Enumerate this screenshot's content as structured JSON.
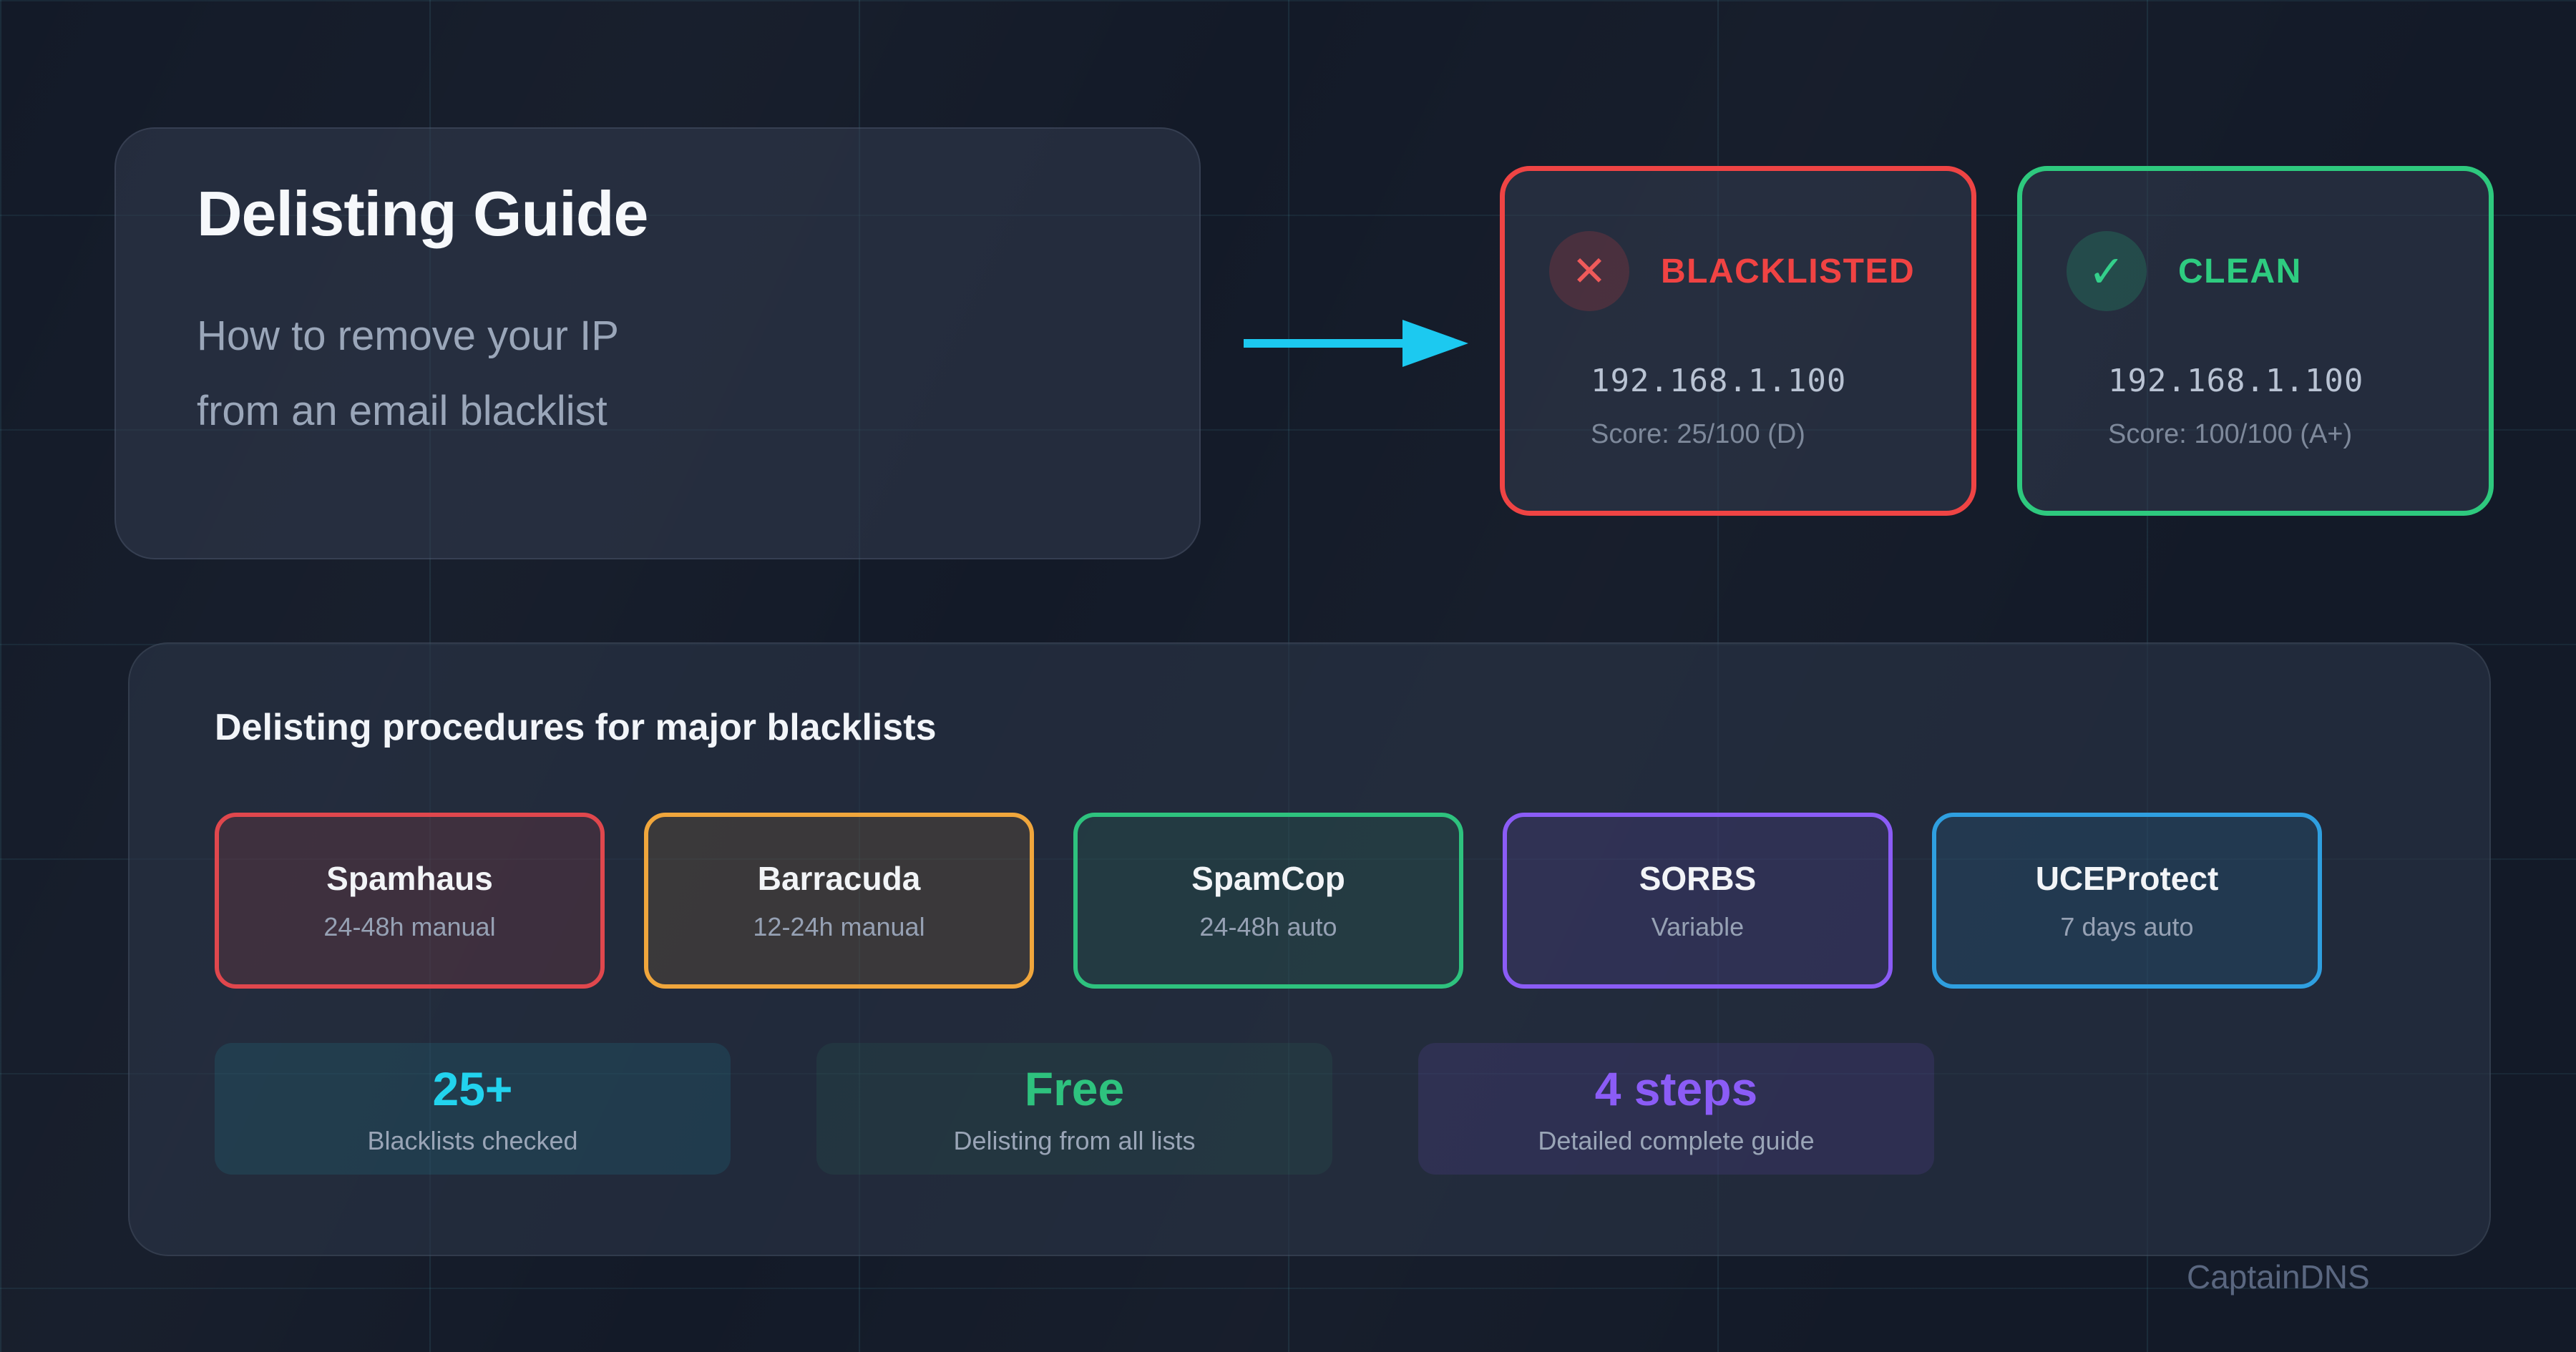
{
  "page": {
    "brand": "CaptainDNS",
    "background_color": "#131a28",
    "grid_line_color": "#6ee7f9"
  },
  "hero": {
    "title": "Delisting Guide",
    "subtitle_line1": "How to remove your IP",
    "subtitle_line2": "from an email blacklist"
  },
  "arrow": {
    "color": "#1cc9f0",
    "direction": "right"
  },
  "status_cards": {
    "blacklisted": {
      "icon": "✕",
      "label": "BLACKLISTED",
      "ip": "192.168.1.100",
      "score": "Score: 25/100 (D)",
      "accent": "#ef4444"
    },
    "clean": {
      "icon": "✓",
      "label": "CLEAN",
      "ip": "192.168.1.100",
      "score": "Score: 100/100 (A+)",
      "accent": "#2ec97e"
    }
  },
  "procedures": {
    "heading": "Delisting procedures for major blacklists",
    "blacklists": [
      {
        "name": "Spamhaus",
        "time": "24-48h manual",
        "accent": "#e0474d"
      },
      {
        "name": "Barracuda",
        "time": "12-24h manual",
        "accent": "#f0a63c"
      },
      {
        "name": "SpamCop",
        "time": "24-48h auto",
        "accent": "#2ec27e"
      },
      {
        "name": "SORBS",
        "time": "Variable",
        "accent": "#8b5cf6"
      },
      {
        "name": "UCEProtect",
        "time": "7 days auto",
        "accent": "#2f9fe0"
      }
    ],
    "stats": [
      {
        "value": "25+",
        "label": "Blacklists checked",
        "accent": "#22d3ee"
      },
      {
        "value": "Free",
        "label": "Delisting from all lists",
        "accent": "#2ec27e"
      },
      {
        "value": "4 steps",
        "label": "Detailed complete guide",
        "accent": "#8b5cf6"
      }
    ]
  }
}
